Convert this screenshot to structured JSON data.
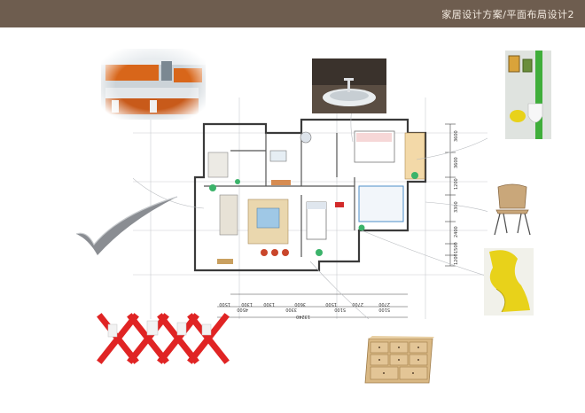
{
  "header": {
    "title": "家居设计方案/平面布局设计2"
  },
  "plan": {
    "dims_right": [
      "3600",
      "3600",
      "1200",
      "3300",
      "2400",
      "1500",
      "1200"
    ],
    "dims_bottom_1": [
      "1500",
      "1300",
      "1300",
      "3600",
      "1500",
      "2700",
      "2700"
    ],
    "dims_bottom_2": [
      "4500",
      "3300",
      "5100",
      "5100"
    ],
    "dims_bottom_total": "13240"
  },
  "colors": {
    "header_bg": "#6e5d4f",
    "header_text": "#f4ece2",
    "shelf_red": "#e02424",
    "chair_yellow": "#e8d21a",
    "check_gray": "#8a8d92",
    "drawer_wood": "#d9b884"
  }
}
